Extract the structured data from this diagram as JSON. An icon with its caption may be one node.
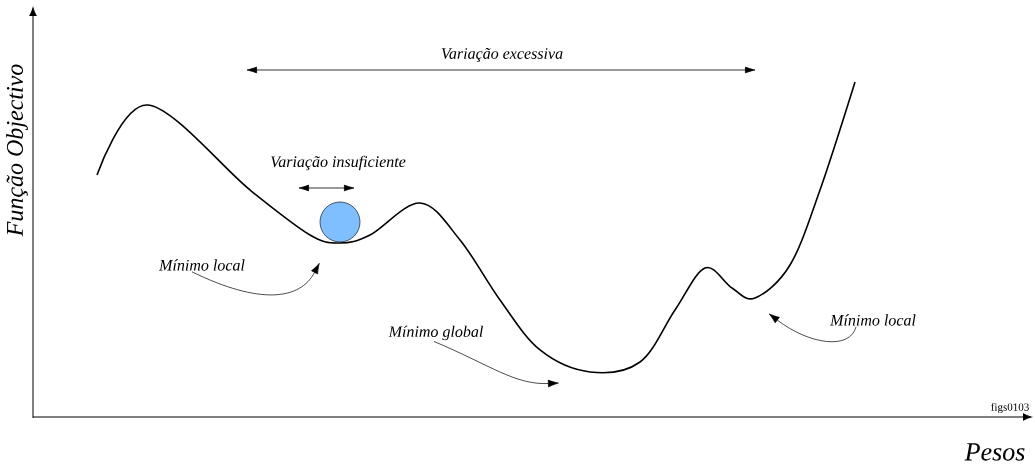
{
  "diagram": {
    "nodes": [
      {
        "text": [
          "Mínimo local"
        ]
      },
      {
        "text": [
          "Mínimo global"
        ]
      },
      {
        "text": [
          "Mínimo local"
        ]
      }
    ],
    "edges": [
      {
        "from": 0,
        "to": null,
        "arrow": "to"
      },
      {
        "from": 1,
        "to": null,
        "arrow": "to"
      },
      {
        "from": 2,
        "to": null,
        "arrow": "to"
      }
    ],
    "labels": [
      "Função Objectivo",
      "Variação excessiva",
      "Variação insuficiente",
      "figs0103",
      "Pesos"
    ]
  }
}
